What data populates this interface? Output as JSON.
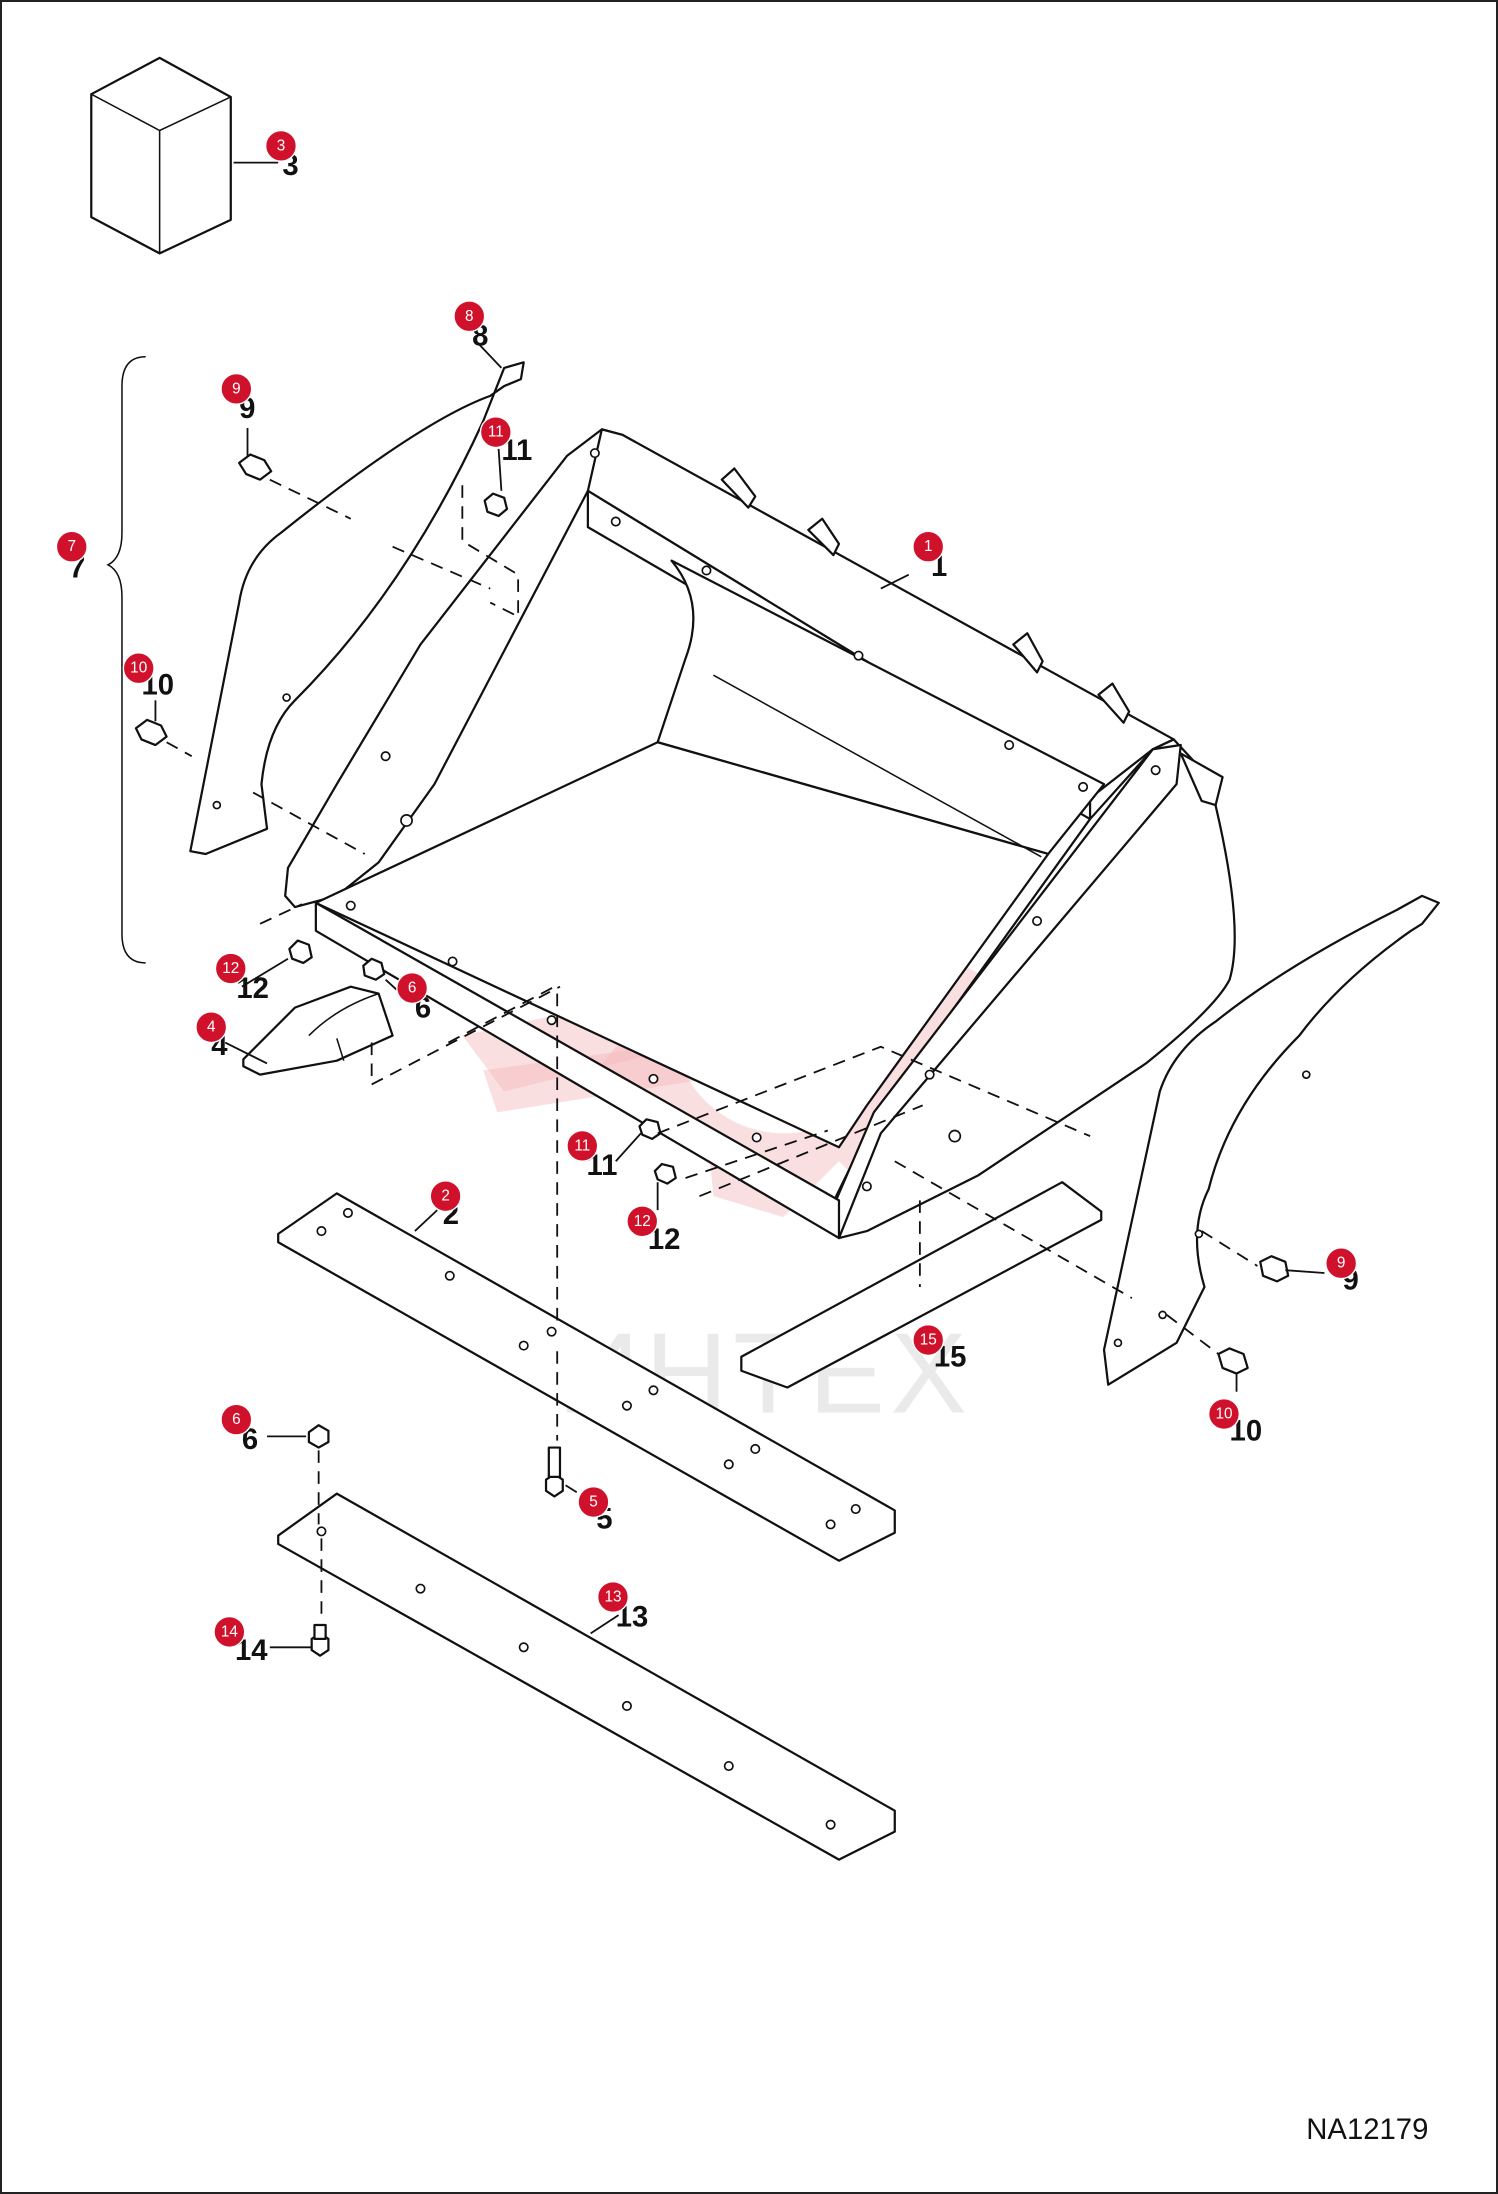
{
  "drawing": {
    "reference_code": "NA12179",
    "watermark_text": "ИНТЕХ"
  },
  "callouts": [
    {
      "id": "c1",
      "number": "1",
      "part": "bucket"
    },
    {
      "id": "c2",
      "number": "2",
      "part": "cutting-edge"
    },
    {
      "id": "c3",
      "number": "3",
      "part": "kit-box"
    },
    {
      "id": "c4",
      "number": "4",
      "part": "tooth"
    },
    {
      "id": "c5",
      "number": "5",
      "part": "bolt"
    },
    {
      "id": "c6a",
      "number": "6",
      "part": "nut"
    },
    {
      "id": "c6b",
      "number": "6",
      "part": "nut"
    },
    {
      "id": "c7",
      "number": "7",
      "part": "side-plate-assembly"
    },
    {
      "id": "c8",
      "number": "8",
      "part": "side-plate"
    },
    {
      "id": "c9a",
      "number": "9",
      "part": "bolt"
    },
    {
      "id": "c9b",
      "number": "9",
      "part": "bolt"
    },
    {
      "id": "c10a",
      "number": "10",
      "part": "bolt"
    },
    {
      "id": "c10b",
      "number": "10",
      "part": "bolt"
    },
    {
      "id": "c11a",
      "number": "11",
      "part": "nut"
    },
    {
      "id": "c11b",
      "number": "11",
      "part": "nut"
    },
    {
      "id": "c12a",
      "number": "12",
      "part": "washer"
    },
    {
      "id": "c12b",
      "number": "12",
      "part": "washer"
    },
    {
      "id": "c13",
      "number": "13",
      "part": "bolt-on-edge"
    },
    {
      "id": "c14",
      "number": "14",
      "part": "bolt"
    },
    {
      "id": "c15",
      "number": "15",
      "part": "wear-strip"
    }
  ]
}
